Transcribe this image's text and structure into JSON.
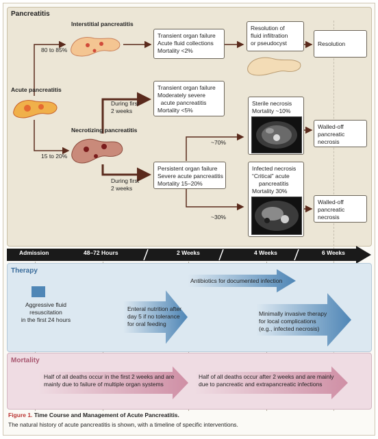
{
  "top": {
    "title": "Pancreatitis",
    "acute_label": "Acute pancreatitis",
    "interstitial_label": "Interstitial pancreatitis",
    "necrotizing_label": "Necrotizing pancreatitis",
    "pct_interstitial": "80 to 85%",
    "pct_necrotizing": "15 to 20%",
    "during_1": [
      "During first",
      "2 weeks"
    ],
    "during_2": [
      "During first",
      "2 weeks"
    ],
    "pct_70": "~70%",
    "pct_30": "~30%",
    "box_transient_1": [
      "Transient organ failure",
      "Acute fluid collections",
      "Mortality <2%"
    ],
    "box_resolution_fluid": [
      "Resolution of",
      "fluid infiltration",
      "or pseudocyst"
    ],
    "box_resolution": [
      "Resolution"
    ],
    "box_transient_2": [
      "Transient organ failure",
      "Moderately severe",
      "  acute pancreatitis",
      "Mortality <5%"
    ],
    "box_sterile": [
      "Sterile necrosis",
      "Mortality ~10%"
    ],
    "box_walled_1": [
      "Walled-off",
      "pancreatic",
      "necrosis"
    ],
    "box_persistent": [
      "Persistent organ failure",
      "Severe acute pancreatitis",
      "Mortality 15–20%"
    ],
    "box_infected": [
      "Infected necrosis",
      "“Critical” acute",
      "pancreatitis",
      "Mortality 30%"
    ],
    "box_walled_2": [
      "Walled-off",
      "pancreatic",
      "necrosis"
    ]
  },
  "timeline": {
    "ticks": [
      "Admission",
      "48–72 Hours",
      "2 Weeks",
      "4 Weeks",
      "6 Weeks"
    ]
  },
  "therapy": {
    "title": "Therapy",
    "aggressive": [
      "Aggressive fluid",
      "resuscitation",
      "in the first 24 hours"
    ],
    "enteral": [
      "Enteral nutrition after",
      "day 5 if no tolerance",
      "for oral feeding"
    ],
    "antibiotics": "Antibiotics for documented infection",
    "minimally": [
      "Minimally invasive therapy",
      "for local complications",
      "(e.g., infected necrosis)"
    ]
  },
  "mortality": {
    "title": "Mortality",
    "early": [
      "Half of all deaths occur in the first 2 weeks and are",
      "mainly due to failure of multiple organ systems"
    ],
    "late": [
      "Half of all deaths occur after 2 weeks and are mainly",
      "due to pancreatic and extrapancreatic infections"
    ]
  },
  "caption": {
    "head": "Figure 1.",
    "title": "Time Course and Management of Acute Pancreatitis.",
    "body": "The natural history of acute pancreatitis is shown, with a timeline of specific interventions."
  },
  "colors": {
    "arrow_dark": "#5a2a1c",
    "therapy_arrow": "#4f86b6",
    "mortality_arrow": "#cf8fa5",
    "figure_red": "#b8312f"
  }
}
